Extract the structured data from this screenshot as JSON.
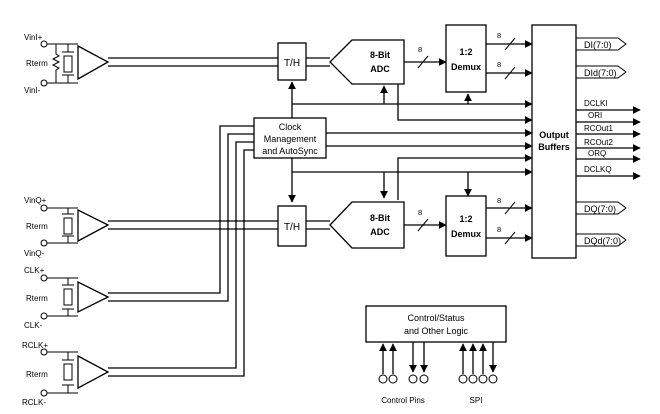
{
  "inputs": {
    "vini_plus": "VinI+",
    "vini_minus": "VinI-",
    "vinq_plus": "VinQ+",
    "vinq_minus": "VinQ-",
    "clk_plus": "CLK+",
    "clk_minus": "CLK-",
    "rclk_plus": "RCLK+",
    "rclk_minus": "RCLK-",
    "rterm": "Rterm"
  },
  "blocks": {
    "th": "T/H",
    "adc_line1": "8-Bit",
    "adc_line2": "ADC",
    "demux": "1:2",
    "demux_line2": "Demux",
    "clock_line1": "Clock",
    "clock_line2": "Management",
    "clock_line3": "and AutoSync",
    "output_line1": "Output",
    "output_line2": "Buffers",
    "control_line1": "Control/Status",
    "control_line2": "and Other Logic"
  },
  "bus_width": "8",
  "outputs": {
    "di": "DI(7:0)",
    "did": "DId(7:0)",
    "dclki": "DCLKI",
    "ori": "ORI",
    "rcout1": "RCOut1",
    "rcout2": "RCOut2",
    "orq": "ORQ",
    "dclkq": "DCLKQ",
    "dq": "DQ(7:0)",
    "dqd": "DQd(7:0)"
  },
  "pins": {
    "control": "Control Pins",
    "spi": "SPI"
  }
}
